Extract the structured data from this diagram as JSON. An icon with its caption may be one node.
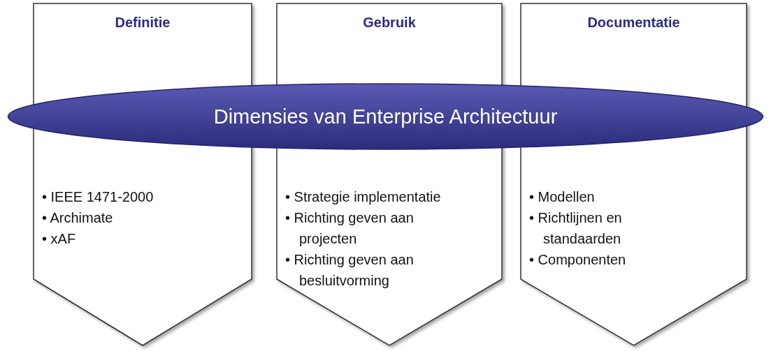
{
  "diagram": {
    "nodes": [
      {
        "text": [
          "Definitie",
          "• IEEE 1471-2000",
          "• Archimate",
          "• xAF"
        ]
      },
      {
        "text": [
          "Gebruik",
          "• Strategie implementatie",
          "• Richting geven aan projecten",
          "• Richting geven aan besluitvorming"
        ]
      },
      {
        "text": [
          "Documentatie",
          "• Modellen",
          "• Richtlijnen en standaarden",
          "• Componenten"
        ]
      },
      {
        "text": [
          "Dimensies van Enterprise Architectuur"
        ]
      }
    ]
  }
}
